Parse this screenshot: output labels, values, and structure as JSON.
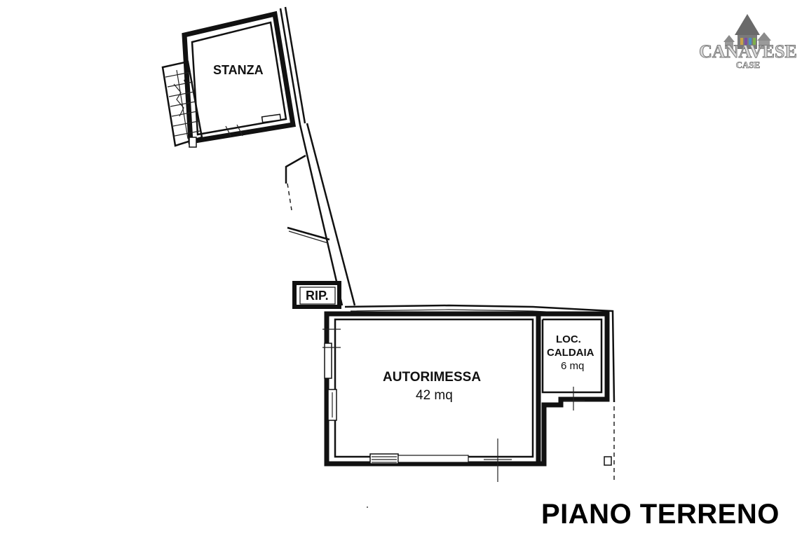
{
  "floor_plan": {
    "title": "PIANO TERRENO",
    "rooms": [
      {
        "id": "stanza",
        "name": "STANZA",
        "area": ""
      },
      {
        "id": "rip",
        "name": "RIP.",
        "area": ""
      },
      {
        "id": "autorimessa",
        "name": "AUTORIMESSA",
        "area": "42 mq"
      },
      {
        "id": "caldaia",
        "name_line1": "LOC.",
        "name_line2": "CALDAIA",
        "area": "6 mq"
      }
    ]
  },
  "logo": {
    "brand": "CANAVESE",
    "sub": "CASE",
    "icon": "houses-icon",
    "colors": [
      "#c9a24a",
      "#7b4fa0",
      "#4a8fbf",
      "#7fb04a",
      "#6a6a6a"
    ]
  }
}
